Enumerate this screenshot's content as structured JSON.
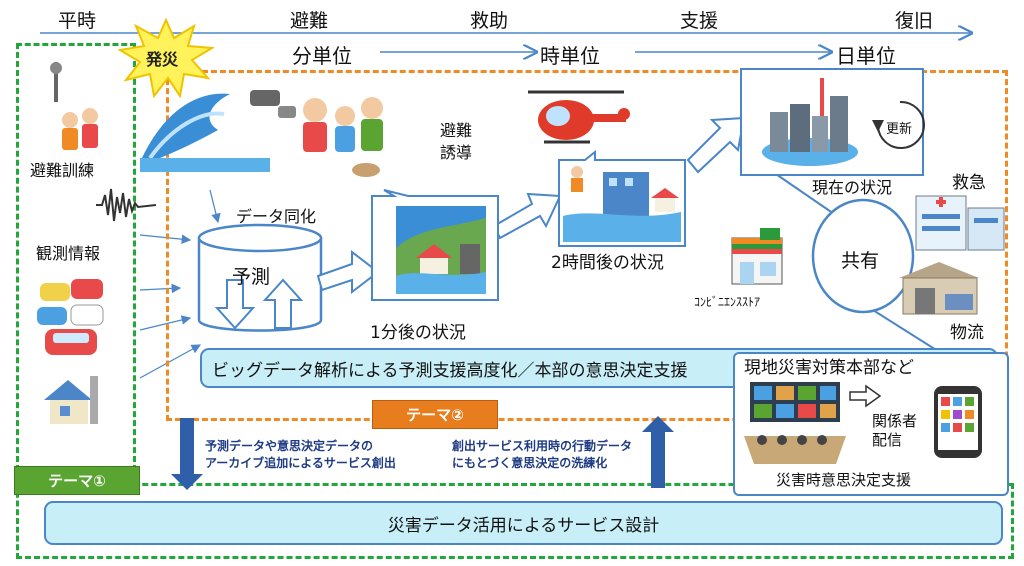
{
  "phases": {
    "peacetime": "平時",
    "evacuation": "避難",
    "rescue": "救助",
    "support": "支援",
    "recovery": "復旧"
  },
  "time_units": {
    "minutes": "分単位",
    "hours": "時単位",
    "days": "日単位"
  },
  "disaster_burst": "発災",
  "left_column": {
    "training": "避難訓練",
    "observation": "観測情報"
  },
  "evac_guidance": "避難\n誘導",
  "prediction": {
    "assimilation": "データ同化",
    "label": "予測"
  },
  "states": {
    "one_min": "1分後の状況",
    "two_hours": "2時間後の状況",
    "current": "現在の状況"
  },
  "update_label": "更新",
  "share_label": "共有",
  "share_targets": {
    "emergency": "救急",
    "logistics": "物流",
    "convenience": "ｺﾝﾋﾞﾆｴﾝｽｽﾄｱ"
  },
  "bigdata_bar": "ビッグデータ解析による予測支援高度化／本部の意思決定支援",
  "hq_panel": {
    "title": "現地災害対策本部など",
    "distribution": "関係者\n配信",
    "caption": "災害時意思決定支援"
  },
  "theme1": "テーマ①",
  "theme2": "テーマ②",
  "notes": {
    "archive": "予測データや意思決定データの\nアーカイブ追加によるサービス創出",
    "behavior": "創出サービス利用時の行動データ\nにもとづく意思決定の洗練化"
  },
  "service_bar": "災害データ活用によるサービス設計",
  "colors": {
    "green": "#22a83a",
    "orange": "#f08a24",
    "blue": "#4a86c8",
    "bar_fill": "#c8eef8",
    "theme1": "#5aa532",
    "theme2": "#e87d1e",
    "note_blue": "#1f3b84"
  }
}
